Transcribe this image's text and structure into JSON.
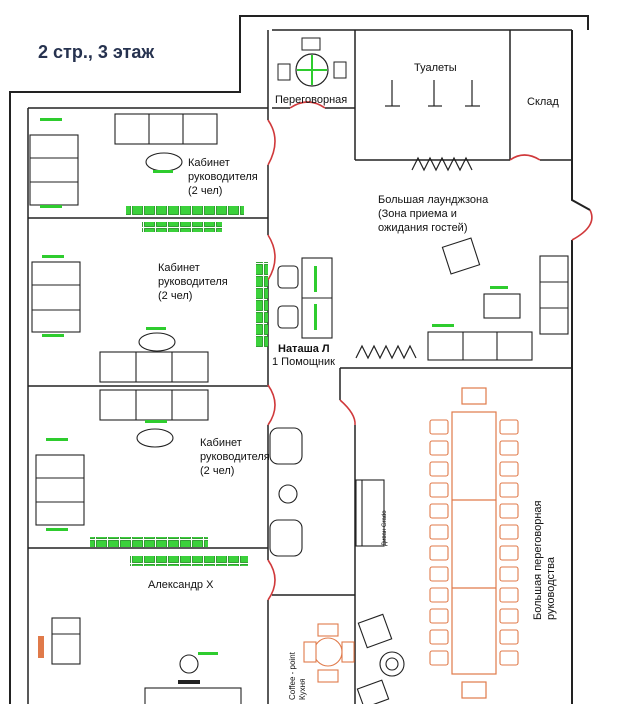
{
  "title": "2 стр., 3 этаж",
  "rooms": {
    "meeting_small": "Переговорная",
    "toilets": "Туалеты",
    "storage": "Склад",
    "lounge_line1": "Большая лаунджзона",
    "lounge_line2": "(Зона приема и",
    "lounge_line3": "ожидания гостей)",
    "cab1_line1": "Кабинет",
    "cab1_line2": "руководителя",
    "cab1_line3": "(2 чел)",
    "cab2_line1": "Кабинет",
    "cab2_line2": "руководителя",
    "cab2_line3": "(2 чел)",
    "cab3_line1": "Кабинет",
    "cab3_line2": "руководителя",
    "cab3_line3": "(2 чел)",
    "assistant_name": "Наташа Л",
    "assistant_role": "1 Помощник",
    "person_bottom": "Александр Х",
    "boardroom_line1": "Большая переговорная",
    "boardroom_line2": "руководства",
    "sofa_label": "Диван Grado",
    "kitchen_line1": "Coffee - point",
    "kitchen_line2": "Кухня"
  },
  "colors": {
    "wall": "#222222",
    "accent_green": "#2ecc2e",
    "door_red": "#d0393b",
    "table_orange": "#e07a4a",
    "title": "#26324f"
  }
}
